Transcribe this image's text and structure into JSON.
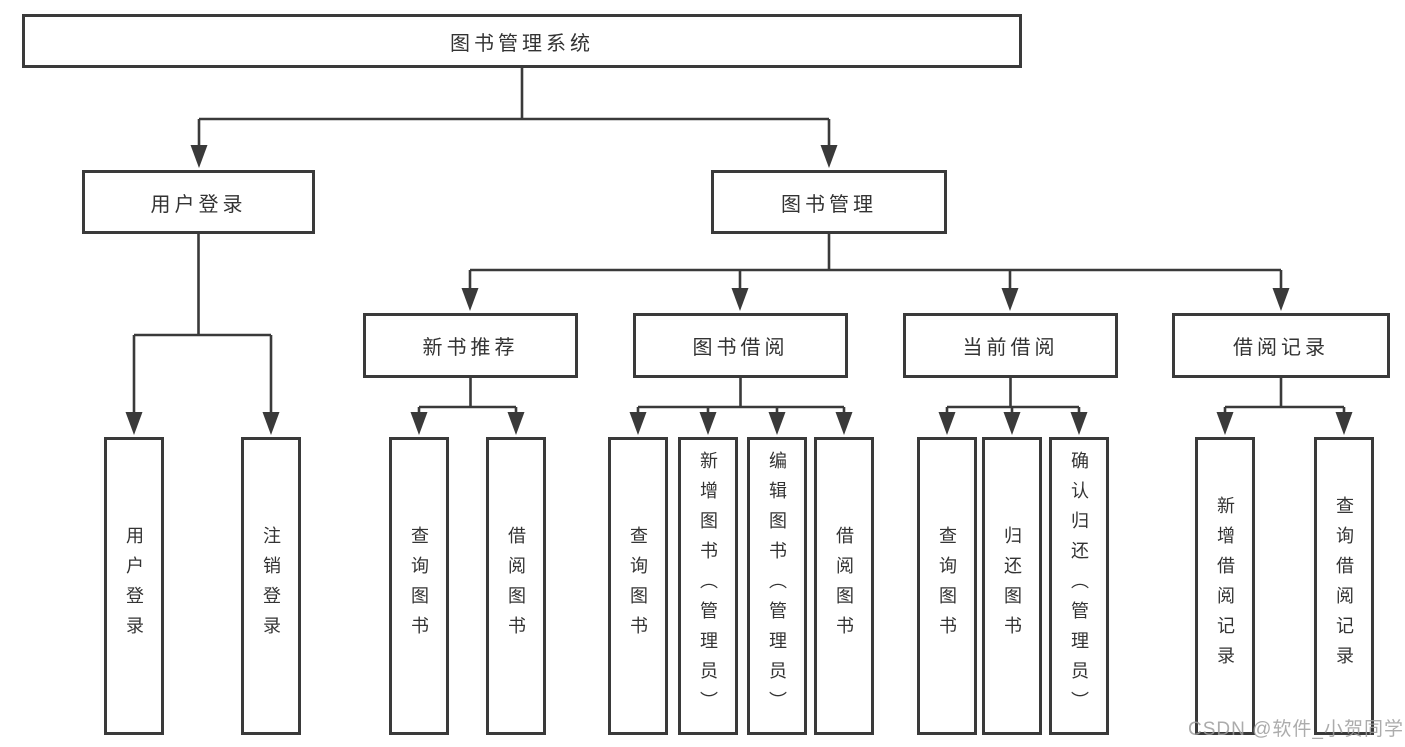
{
  "diagram": {
    "title": {
      "label": "图书管理系统"
    },
    "level2": [
      {
        "label": "用户登录"
      },
      {
        "label": "图书管理"
      }
    ],
    "level3": [
      {
        "label": "新书推荐"
      },
      {
        "label": "图书借阅"
      },
      {
        "label": "当前借阅"
      },
      {
        "label": "借阅记录"
      }
    ],
    "leaves": [
      {
        "label": "用户登录"
      },
      {
        "label": "注销登录"
      },
      {
        "label": "查询图书"
      },
      {
        "label": "借阅图书"
      },
      {
        "label": "查询图书"
      },
      {
        "label": "新增图书（管理员）"
      },
      {
        "label": "编辑图书（管理员）"
      },
      {
        "label": "借阅图书"
      },
      {
        "label": "查询图书"
      },
      {
        "label": "归还图书"
      },
      {
        "label": "确认归还（管理员）"
      },
      {
        "label": "新增借阅记录"
      },
      {
        "label": "查询借阅记录"
      }
    ],
    "watermark": "CSDN @软件_小贺同学",
    "colors": {
      "line": "#3a3a3a",
      "text": "#333333",
      "watermark": "#9e9e9e",
      "background": "#ffffff"
    }
  }
}
